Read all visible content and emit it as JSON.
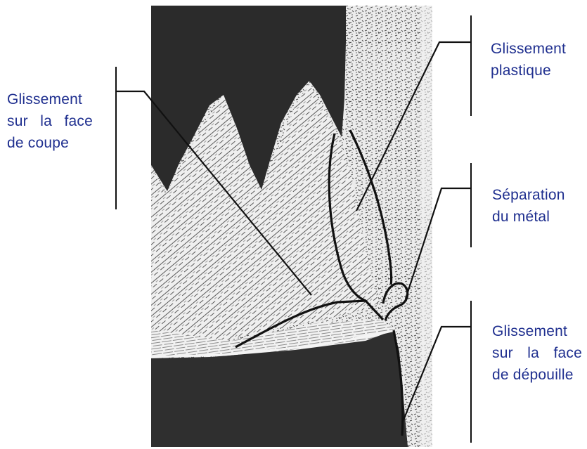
{
  "labels": {
    "rake_face_slip": {
      "lines": [
        "Glissement",
        "sur la face",
        "de coupe"
      ]
    },
    "plastic_slip": {
      "lines": [
        "Glissement",
        "plastique"
      ]
    },
    "metal_separation": {
      "lines": [
        "Séparation",
        "du métal"
      ]
    },
    "flank_face_slip": {
      "lines": [
        "Glissement",
        "sur la face",
        "de dépouille"
      ]
    }
  },
  "colors": {
    "label_text": "#1f2f8f",
    "dark_region": "#2d2d2d",
    "chip_texture": "#e9e9e9",
    "leader_lines": "#111111"
  }
}
